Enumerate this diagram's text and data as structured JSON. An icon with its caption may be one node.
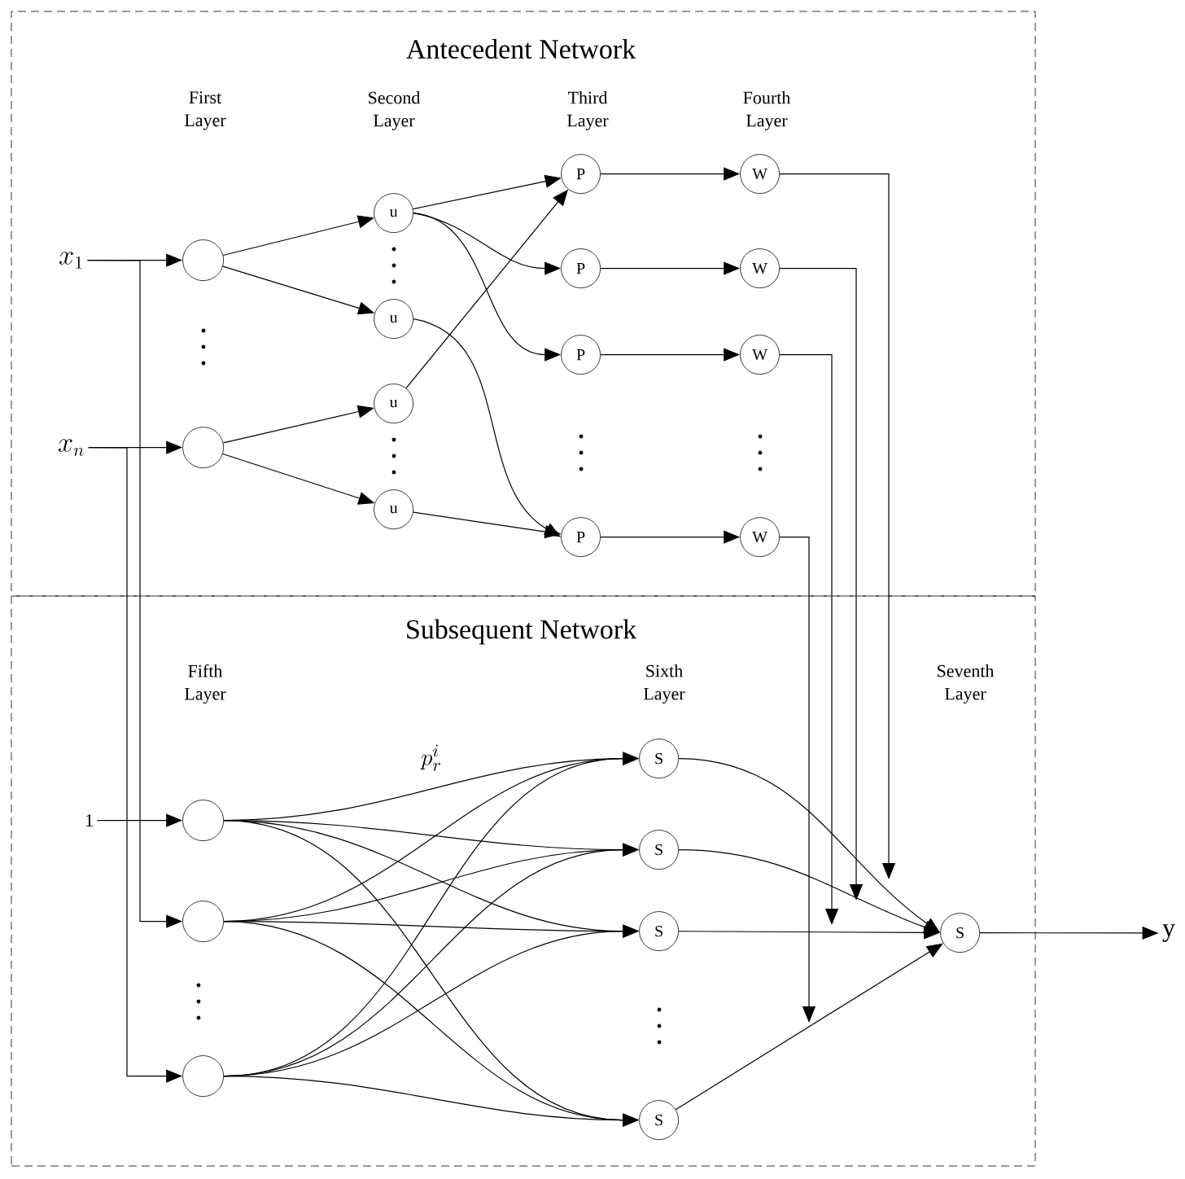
{
  "diagram": {
    "nodes": [
      {
        "text": [
          "Antecedent Network"
        ]
      },
      {
        "text": [
          "Subsequent Network"
        ]
      },
      {
        "text": [
          "x_1"
        ],
        "in": 0
      },
      {
        "text": [
          "x_n"
        ],
        "in": 0
      },
      {
        "text": [],
        "shape": "circle",
        "in": 0
      },
      {
        "text": [],
        "shape": "circle",
        "in": 0
      },
      {
        "text": [
          "u"
        ],
        "in": 0
      },
      {
        "text": [
          "u"
        ],
        "in": 0
      },
      {
        "text": [
          "u"
        ],
        "in": 0
      },
      {
        "text": [
          "u"
        ],
        "in": 0
      },
      {
        "text": [
          "P"
        ],
        "in": 0
      },
      {
        "text": [
          "P"
        ],
        "in": 0
      },
      {
        "text": [
          "P"
        ],
        "in": 0
      },
      {
        "text": [
          "P"
        ],
        "in": 0
      },
      {
        "text": [
          "W"
        ],
        "in": 0
      },
      {
        "text": [
          "W"
        ],
        "in": 0
      },
      {
        "text": [
          "W"
        ],
        "in": 0
      },
      {
        "text": [
          "W"
        ],
        "in": 0
      },
      {
        "text": [
          "1"
        ],
        "in": 1
      },
      {
        "text": [],
        "shape": "circle",
        "in": 1
      },
      {
        "text": [],
        "shape": "circle",
        "in": 1
      },
      {
        "text": [],
        "shape": "circle",
        "in": 1
      },
      {
        "text": [
          "S"
        ],
        "in": 1
      },
      {
        "text": [
          "S"
        ],
        "in": 1
      },
      {
        "text": [
          "S"
        ],
        "in": 1
      },
      {
        "text": [
          "S"
        ],
        "in": 1
      },
      {
        "text": [
          "S"
        ],
        "in": 1
      },
      {
        "text": [
          "y"
        ]
      }
    ],
    "edges": [
      {
        "from": 2,
        "to": 4,
        "arrow": "to"
      },
      {
        "from": 2,
        "to": 20,
        "arrow": "to"
      },
      {
        "from": 3,
        "to": 5,
        "arrow": "to"
      },
      {
        "from": 3,
        "to": 21,
        "arrow": "to"
      },
      {
        "from": 18,
        "to": 19,
        "arrow": "to"
      },
      {
        "from": 4,
        "to": 6,
        "arrow": "to"
      },
      {
        "from": 4,
        "to": 7,
        "arrow": "to"
      },
      {
        "from": 5,
        "to": 8,
        "arrow": "to"
      },
      {
        "from": 5,
        "to": 9,
        "arrow": "to"
      },
      {
        "from": 6,
        "to": 10,
        "arrow": "to"
      },
      {
        "from": 6,
        "to": 11,
        "arrow": "to"
      },
      {
        "from": 6,
        "to": 12,
        "arrow": "to"
      },
      {
        "from": 7,
        "to": 13,
        "arrow": "to"
      },
      {
        "from": 8,
        "to": 10,
        "arrow": "to"
      },
      {
        "from": 9,
        "to": 13,
        "arrow": "to"
      },
      {
        "from": 10,
        "to": 14,
        "arrow": "to"
      },
      {
        "from": 11,
        "to": 15,
        "arrow": "to"
      },
      {
        "from": 12,
        "to": 16,
        "arrow": "to"
      },
      {
        "from": 13,
        "to": 17,
        "arrow": "to"
      },
      {
        "from": 14,
        "to": null,
        "arrow": "to"
      },
      {
        "from": 15,
        "to": null,
        "arrow": "to"
      },
      {
        "from": 16,
        "to": null,
        "arrow": "to"
      },
      {
        "from": 17,
        "to": null,
        "arrow": "to"
      },
      {
        "from": 19,
        "to": 22,
        "arrow": "to",
        "label": "p_r^i"
      },
      {
        "from": 19,
        "to": 23,
        "arrow": "to"
      },
      {
        "from": 19,
        "to": 24,
        "arrow": "to"
      },
      {
        "from": 19,
        "to": 25,
        "arrow": "to"
      },
      {
        "from": 20,
        "to": 22,
        "arrow": "to"
      },
      {
        "from": 20,
        "to": 23,
        "arrow": "to"
      },
      {
        "from": 20,
        "to": 24,
        "arrow": "to"
      },
      {
        "from": 20,
        "to": 25,
        "arrow": "to"
      },
      {
        "from": 21,
        "to": 22,
        "arrow": "to"
      },
      {
        "from": 21,
        "to": 23,
        "arrow": "to"
      },
      {
        "from": 21,
        "to": 24,
        "arrow": "to"
      },
      {
        "from": 21,
        "to": 25,
        "arrow": "to"
      },
      {
        "from": 22,
        "to": 26,
        "arrow": "to"
      },
      {
        "from": 23,
        "to": 26,
        "arrow": "to"
      },
      {
        "from": 24,
        "to": 26,
        "arrow": "to"
      },
      {
        "from": 25,
        "to": 26,
        "arrow": "to"
      },
      {
        "from": 26,
        "to": 27,
        "arrow": "to"
      }
    ],
    "labels": [
      "First Layer",
      "Second Layer",
      "Third Layer",
      "Fourth Layer",
      "Fifth Layer",
      "Sixth Layer",
      "Seventh Layer"
    ]
  }
}
